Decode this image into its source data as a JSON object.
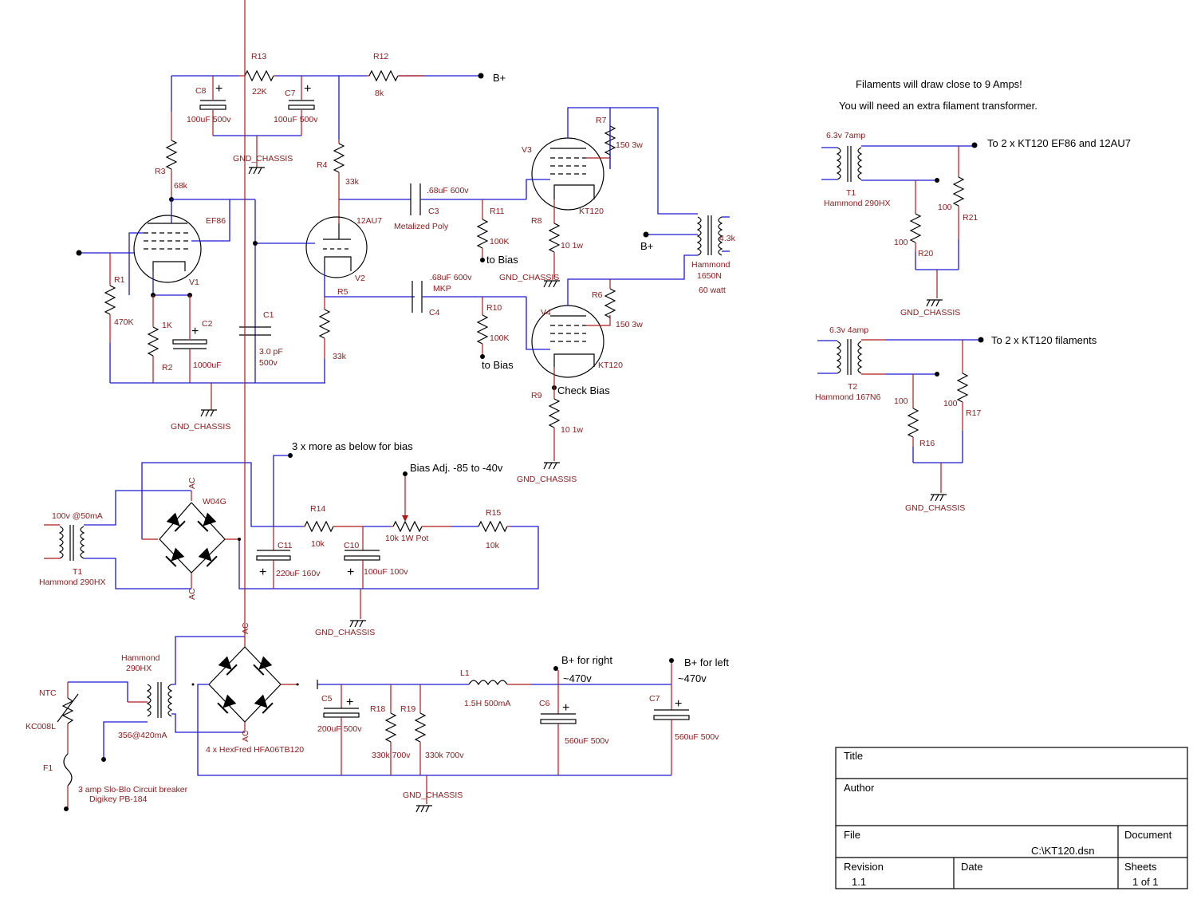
{
  "notes": {
    "filament_draw": "Filaments will draw close to 9 Amps!",
    "extra_transformer": "You will need an extra filament transformer.",
    "bias_more": "3 x more as below for bias",
    "bias_adj": "Bias Adj. -85 to -40v"
  },
  "nets": {
    "bplus": "B+",
    "to_bias": "to Bias",
    "check_bias": "Check Bias",
    "bplus_right": "B+ for right",
    "bplus_left": "B+ for left",
    "v470": "~470v",
    "fil_1": "To 2 x KT120 EF86 and 12AU7",
    "fil_2": "To 2 x KT120 filaments"
  },
  "gnd": "GND_CHASSIS",
  "components": {
    "R13": {
      "ref": "R13",
      "value": "22K"
    },
    "R12": {
      "ref": "R12",
      "value": "8k"
    },
    "C8": {
      "ref": "C8",
      "value": "100uF 500v"
    },
    "C7a": {
      "ref": "C7",
      "value": "100uF 500v"
    },
    "R3": {
      "ref": "R3",
      "value": "68k"
    },
    "R4": {
      "ref": "R4",
      "value": "33k"
    },
    "V1": {
      "ref": "V1",
      "value": "EF86"
    },
    "V2": {
      "ref": "V2",
      "value": "12AU7"
    },
    "R1": {
      "ref": "R1",
      "value": "470K"
    },
    "R2": {
      "ref": "R2",
      "value": "1K"
    },
    "C2": {
      "ref": "C2",
      "value": "1000uF"
    },
    "C1": {
      "ref": "C1",
      "value": "3.0 pF",
      "value2": "500v"
    },
    "R5": {
      "ref": "R5",
      "value": "33k"
    },
    "C3": {
      "ref": "C3",
      "value": ".68uF 600v",
      "value2": "Metalized Poly"
    },
    "C4": {
      "ref": "C4",
      "value": ".68uF 600v",
      "value2": "MKP"
    },
    "R11": {
      "ref": "R11",
      "value": "100K"
    },
    "R10": {
      "ref": "R10",
      "value": "100K"
    },
    "V3": {
      "ref": "V3",
      "value": "KT120"
    },
    "V4": {
      "ref": "V4",
      "value": "KT120"
    },
    "R7": {
      "ref": "R7",
      "value": "150 3w"
    },
    "R6": {
      "ref": "R6",
      "value": "150  3w"
    },
    "R8": {
      "ref": "R8",
      "value": "10 1w"
    },
    "R9": {
      "ref": "R9",
      "value": "10 1w"
    },
    "OT": {
      "value": "4.3k",
      "name": "Hammond",
      "model": "1650N",
      "power": "60 watt"
    },
    "T1f": {
      "value": "6.3v 7amp",
      "ref": "T1",
      "name": "Hammond 290HX"
    },
    "R21": {
      "ref": "R21",
      "value": "100"
    },
    "R20": {
      "ref": "R20",
      "value": "100"
    },
    "T2f": {
      "value": "6.3v 4amp",
      "ref": "T2",
      "name": "Hammond 167N6"
    },
    "R17": {
      "ref": "R17",
      "value": "100"
    },
    "R16": {
      "ref": "R16",
      "value": "100"
    },
    "T1b": {
      "value": "100v @50mA",
      "ref": "T1",
      "name": "Hammond 290HX"
    },
    "W04G": {
      "ref": "W04G",
      "ac": "AC"
    },
    "R14": {
      "ref": "R14",
      "value": "10k"
    },
    "C11": {
      "ref": "C11",
      "value": "220uF 160v"
    },
    "C10": {
      "ref": "C10",
      "value": "100uF 100v"
    },
    "POT": {
      "value": "10k 1W Pot"
    },
    "R15": {
      "ref": "R15",
      "value": "10k"
    },
    "PT": {
      "name": "Hammond",
      "model": "290HX",
      "sec": "356@420mA"
    },
    "NTC": {
      "ref": "NTC",
      "value": "KC008L"
    },
    "F1": {
      "ref": "F1",
      "value": "3 amp Slo-Blo Circuit breaker",
      "value2": "Digikey PB-184"
    },
    "BR": {
      "value": "4 x HexFred HFA06TB120",
      "ac": "AC"
    },
    "C5": {
      "ref": "C5",
      "value": "200uF 500v"
    },
    "R18": {
      "ref": "R18",
      "value": "330k 700v"
    },
    "R19": {
      "ref": "R19",
      "value": "330k 700v"
    },
    "L1": {
      "ref": "L1",
      "value": "1.5H 500mA"
    },
    "C6": {
      "ref": "C6",
      "value": "560uF 500v"
    },
    "C7b": {
      "ref": "C7",
      "value": "560uF 500v"
    }
  },
  "title_block": {
    "title_label": "Title",
    "author_label": "Author",
    "file_label": "File",
    "file_value": "C:\\KT120.dsn",
    "document_label": "Document",
    "revision_label": "Revision",
    "revision_value": "1.1",
    "date_label": "Date",
    "sheets_label": "Sheets",
    "sheets_value": "1 of 1"
  }
}
